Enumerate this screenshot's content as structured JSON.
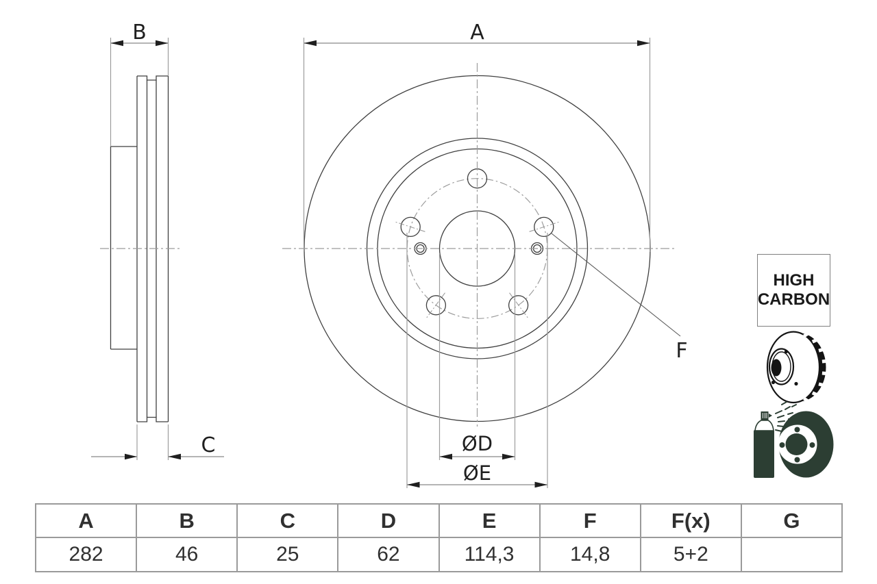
{
  "colors": {
    "line": "#3f3f3f",
    "dim": "#9c9c9c",
    "arrow": "#1f1f1f",
    "label": "#1f1f1f",
    "icon_black": "#141414",
    "icon_green": "#2c3e33",
    "table_border": "#9a9a9a",
    "table_text": "#303030"
  },
  "dimensions": {
    "a": "A",
    "b": "B",
    "c": "C",
    "d": "ØD",
    "e": "ØE",
    "f": "F"
  },
  "badge": {
    "line1": "HIGH",
    "line2": "CARBON"
  },
  "icons": {
    "vented_disc": "vented-brake-disc-icon",
    "coating_spray": "coated-disc-spray-icon"
  },
  "table": {
    "headers": [
      "A",
      "B",
      "C",
      "D",
      "E",
      "F",
      "F(x)",
      "G"
    ],
    "values": [
      "282",
      "46",
      "25",
      "62",
      "114,3",
      "14,8",
      "5+2",
      ""
    ]
  }
}
